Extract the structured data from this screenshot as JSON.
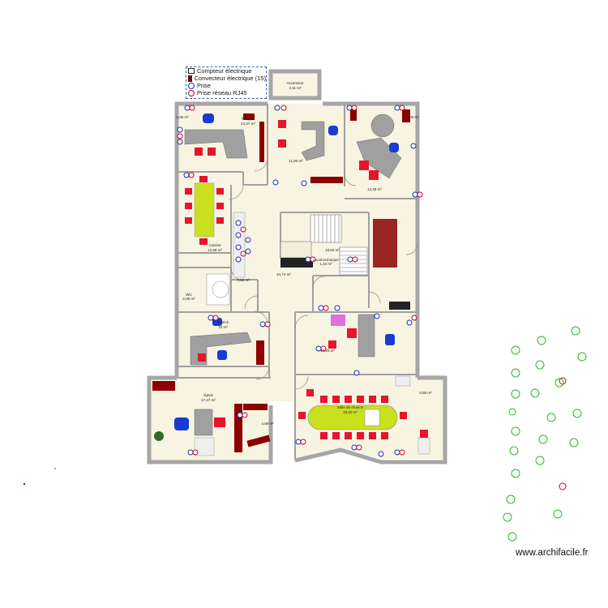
{
  "legend": {
    "items": [
      {
        "label": "Compteur électrique",
        "icon": "electric-meter-icon"
      },
      {
        "label": "Convecteur électrique (15)",
        "icon": "convector-heater-icon"
      },
      {
        "label": "Prise",
        "icon": "power-outlet-icon"
      },
      {
        "label": "Prise réseau RJ45",
        "icon": "rj45-outlet-icon"
      }
    ]
  },
  "rooms": {
    "ascenseur": {
      "name": "Ascenseur",
      "area": "2,11 m²"
    },
    "philippe": {
      "name": "Philippe",
      "area": "14,37 m²"
    },
    "office_top_mid": {
      "area": "11,90 m²"
    },
    "office_top_right": {
      "area": "12,45 m²"
    },
    "small_left": {
      "area": "0,06 m²"
    },
    "small_right": {
      "area": "0,06 m²"
    },
    "cuisine": {
      "name": "Cuisine",
      "area": "12,68 m²"
    },
    "hall": {
      "area": "24,74 m²"
    },
    "stair_area": {
      "area": "10,83 m²"
    },
    "local_technique": {
      "name": "Local technique",
      "area": "1,10 m²"
    },
    "wc": {
      "name": "WC",
      "area": "2,08 m²"
    },
    "closet": {
      "area": "0,60 m²"
    },
    "patrick": {
      "name": "Patrick",
      "area": "10 m²"
    },
    "office_mid_right": {
      "area": "14,93 m²"
    },
    "sylvie": {
      "name": "Sylvie",
      "area": "17,47 m²"
    },
    "corridor_bottom": {
      "area": "4,08 m²"
    },
    "salle_reunion": {
      "name": "Salle de réunion",
      "area": "33,20 m²"
    },
    "bay_right": {
      "area": "0,80 m²"
    }
  },
  "watermark": "www.archifacile.fr",
  "colors": {
    "floor": "#f8f4e2",
    "wall": "#a6a6a6",
    "furniture_red": "#e8142b",
    "furniture_dark": "#8b0000",
    "desk_gray": "#a0a0a0",
    "table_green": "#c8e01e",
    "chair_blue": "#1a3bcf",
    "outlet_blue": "#1a2fb0",
    "rj45_red": "#c0002a",
    "plant_green": "#2db82d",
    "pink_marker": "#e070e0"
  }
}
